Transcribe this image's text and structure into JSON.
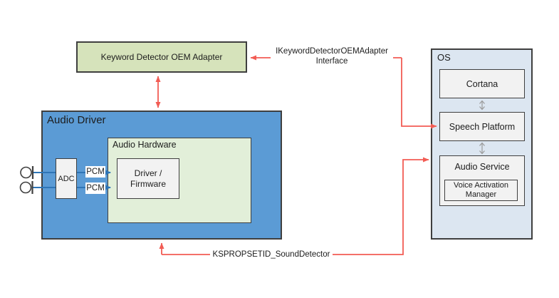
{
  "colors": {
    "border": "#3f3f3f",
    "red": "#f25c54",
    "blue_line": "#2e75b6",
    "gray_line": "#9a9a9a",
    "kd_fill": "#d6e3bb",
    "driver_fill": "#5b9bd5",
    "hw_fill": "#e2efd9",
    "os_fill": "#dce6f1",
    "inner_fill": "#f2f2f2"
  },
  "boxes": {
    "keyword_detector_oem_adapter": {
      "label": "Keyword Detector OEM Adapter"
    },
    "audio_driver": {
      "label": "Audio Driver"
    },
    "audio_hardware": {
      "label": "Audio Hardware"
    },
    "adc": {
      "label": "ADC"
    },
    "driver_firmware": {
      "line1": "Driver /",
      "line2": "Firmware"
    },
    "os": {
      "label": "OS"
    },
    "cortana": {
      "label": "Cortana"
    },
    "speech_platform": {
      "label": "Speech Platform"
    },
    "audio_service": {
      "label": "Audio Service"
    },
    "voice_activation_manager": {
      "line1": "Voice Activation",
      "line2": "Manager"
    }
  },
  "connectors": {
    "ikeyword_interface": {
      "line1": "IKeywordDetectorOEMAdapter",
      "line2": "Interface"
    },
    "ksprop": {
      "label": "KSPROPSETID_SoundDetector"
    },
    "pcm_top": {
      "label": "PCM"
    },
    "pcm_bottom": {
      "label": "PCM"
    }
  },
  "icons": {
    "mic_top": "microphone-icon",
    "mic_bottom": "microphone-icon",
    "red_arrows": "red-arrow-connectors",
    "gray_arrows": "gray-double-arrow"
  }
}
